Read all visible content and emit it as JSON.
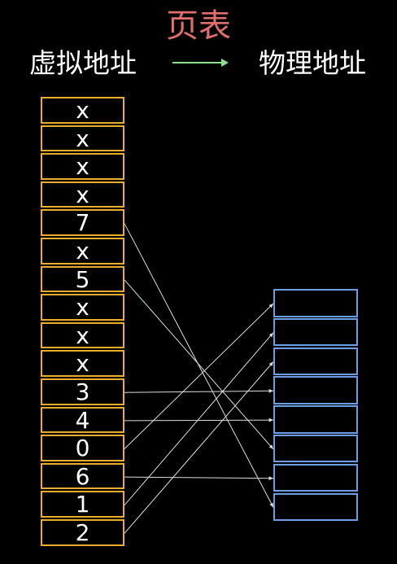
{
  "title": "页表",
  "virtual_label": "虚拟地址",
  "physical_label": "物理地址",
  "page_table": [
    "x",
    "x",
    "x",
    "x",
    "7",
    "x",
    "5",
    "x",
    "x",
    "x",
    "3",
    "4",
    "0",
    "6",
    "1",
    "2"
  ],
  "physical_frame_count": 8,
  "colors": {
    "title": "#e06f6c",
    "arrow": "#8ee08e",
    "page_table_border": "#e8ad2a",
    "frame_border": "#6d9ee3",
    "mapping_line": "#dddddd"
  }
}
